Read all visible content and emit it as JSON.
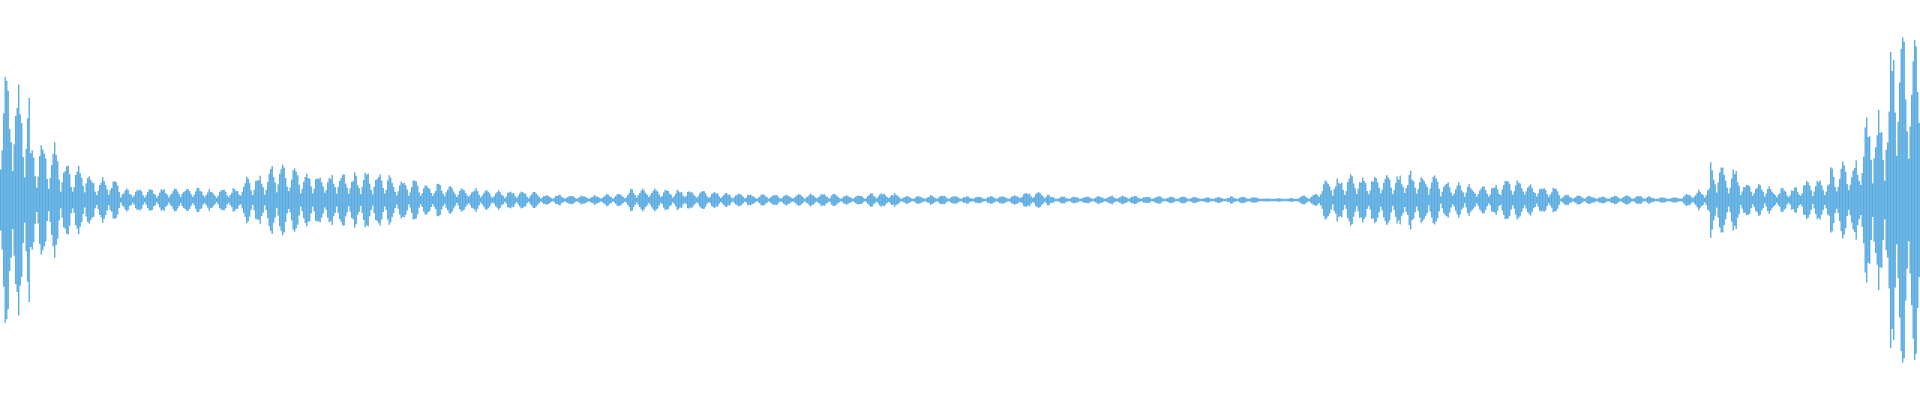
{
  "chart_data": {
    "type": "area",
    "title": "",
    "xlabel": "",
    "ylabel": "",
    "ylim": [
      -1,
      1
    ],
    "grid": false,
    "color": "#5dade2",
    "background": "#ffffff",
    "mirrored": true,
    "segment_peak_amplitudes": [
      0.68,
      0.32,
      0.2,
      0.13,
      0.06,
      0.06,
      0.07,
      0.05,
      0.12,
      0.2,
      0.15,
      0.14,
      0.15,
      0.12,
      0.09,
      0.07,
      0.05,
      0.05,
      0.03,
      0.025,
      0.03,
      0.06,
      0.06,
      0.05,
      0.04,
      0.03,
      0.03,
      0.035,
      0.025,
      0.04,
      0.02,
      0.025,
      0.02,
      0.02,
      0.045,
      0.02,
      0.02,
      0.025,
      0.02,
      0.02,
      0.015,
      0.02,
      0.01,
      0.01,
      0.12,
      0.13,
      0.14,
      0.15,
      0.1,
      0.07,
      0.12,
      0.08,
      0.03,
      0.02,
      0.025,
      0.015,
      0.02,
      0.2,
      0.1,
      0.06,
      0.1,
      0.17,
      0.4,
      0.98
    ]
  }
}
